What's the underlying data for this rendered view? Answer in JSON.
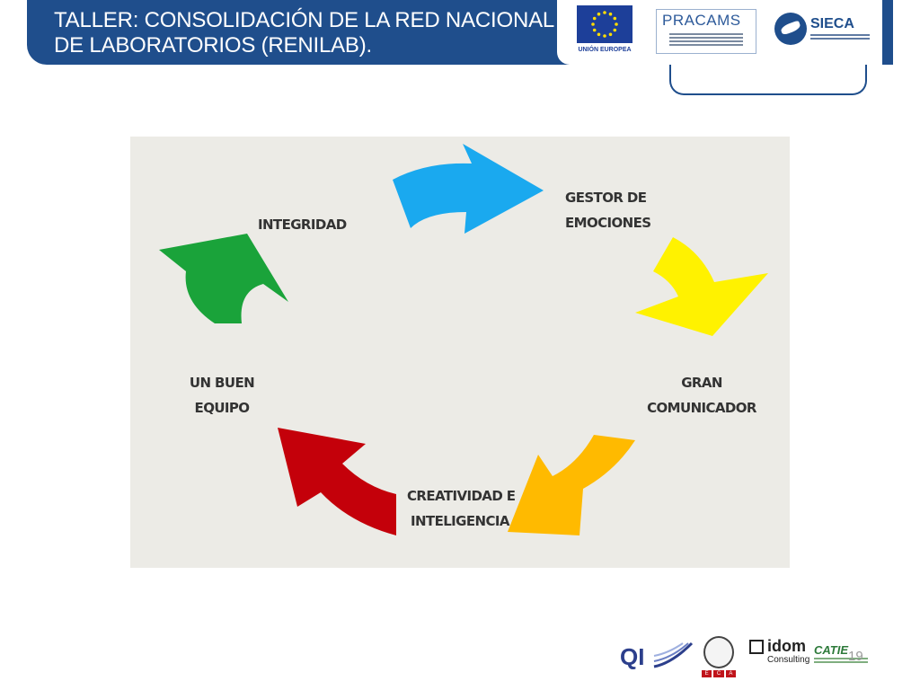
{
  "slide": {
    "title": "TALLER: CONSOLIDACIÓN DE LA RED NACIONAL DE LABORATORIOS (RENILAB).",
    "page_number": "19"
  },
  "header_logos": {
    "eu": {
      "caption": "UNIÓN EUROPEA",
      "flag_color": "#1d3f99",
      "star_color": "#ffdd00"
    },
    "pracams": {
      "name": "PRACAMS"
    },
    "sieca": {
      "name": "SIECA"
    }
  },
  "footer_logos": {
    "qi": {
      "text": "QI"
    },
    "eca": {
      "letters": [
        "E",
        "C",
        "A"
      ]
    },
    "idom": {
      "name": "idom",
      "sub": "Consulting"
    },
    "catie": {
      "name": "CATIE"
    }
  },
  "diagram": {
    "background": "#ecebe6",
    "nodes": [
      {
        "id": "integridad",
        "lines": [
          "INTEGRIDAD"
        ]
      },
      {
        "id": "gestor",
        "lines": [
          "GESTOR DE",
          "EMOCIONES"
        ]
      },
      {
        "id": "comunicador",
        "lines": [
          "GRAN",
          "COMUNICADOR"
        ]
      },
      {
        "id": "creatividad",
        "lines": [
          "CREATIVIDAD E",
          "INTELIGENCIA"
        ]
      },
      {
        "id": "equipo",
        "lines": [
          "UN BUEN",
          "EQUIPO"
        ]
      }
    ],
    "arrows": [
      {
        "id": "blue",
        "color": "#1aa9ef"
      },
      {
        "id": "yellow",
        "color": "#fff200"
      },
      {
        "id": "orange",
        "color": "#ffba00"
      },
      {
        "id": "red",
        "color": "#c4000a"
      },
      {
        "id": "green",
        "color": "#1aa33a"
      }
    ]
  }
}
